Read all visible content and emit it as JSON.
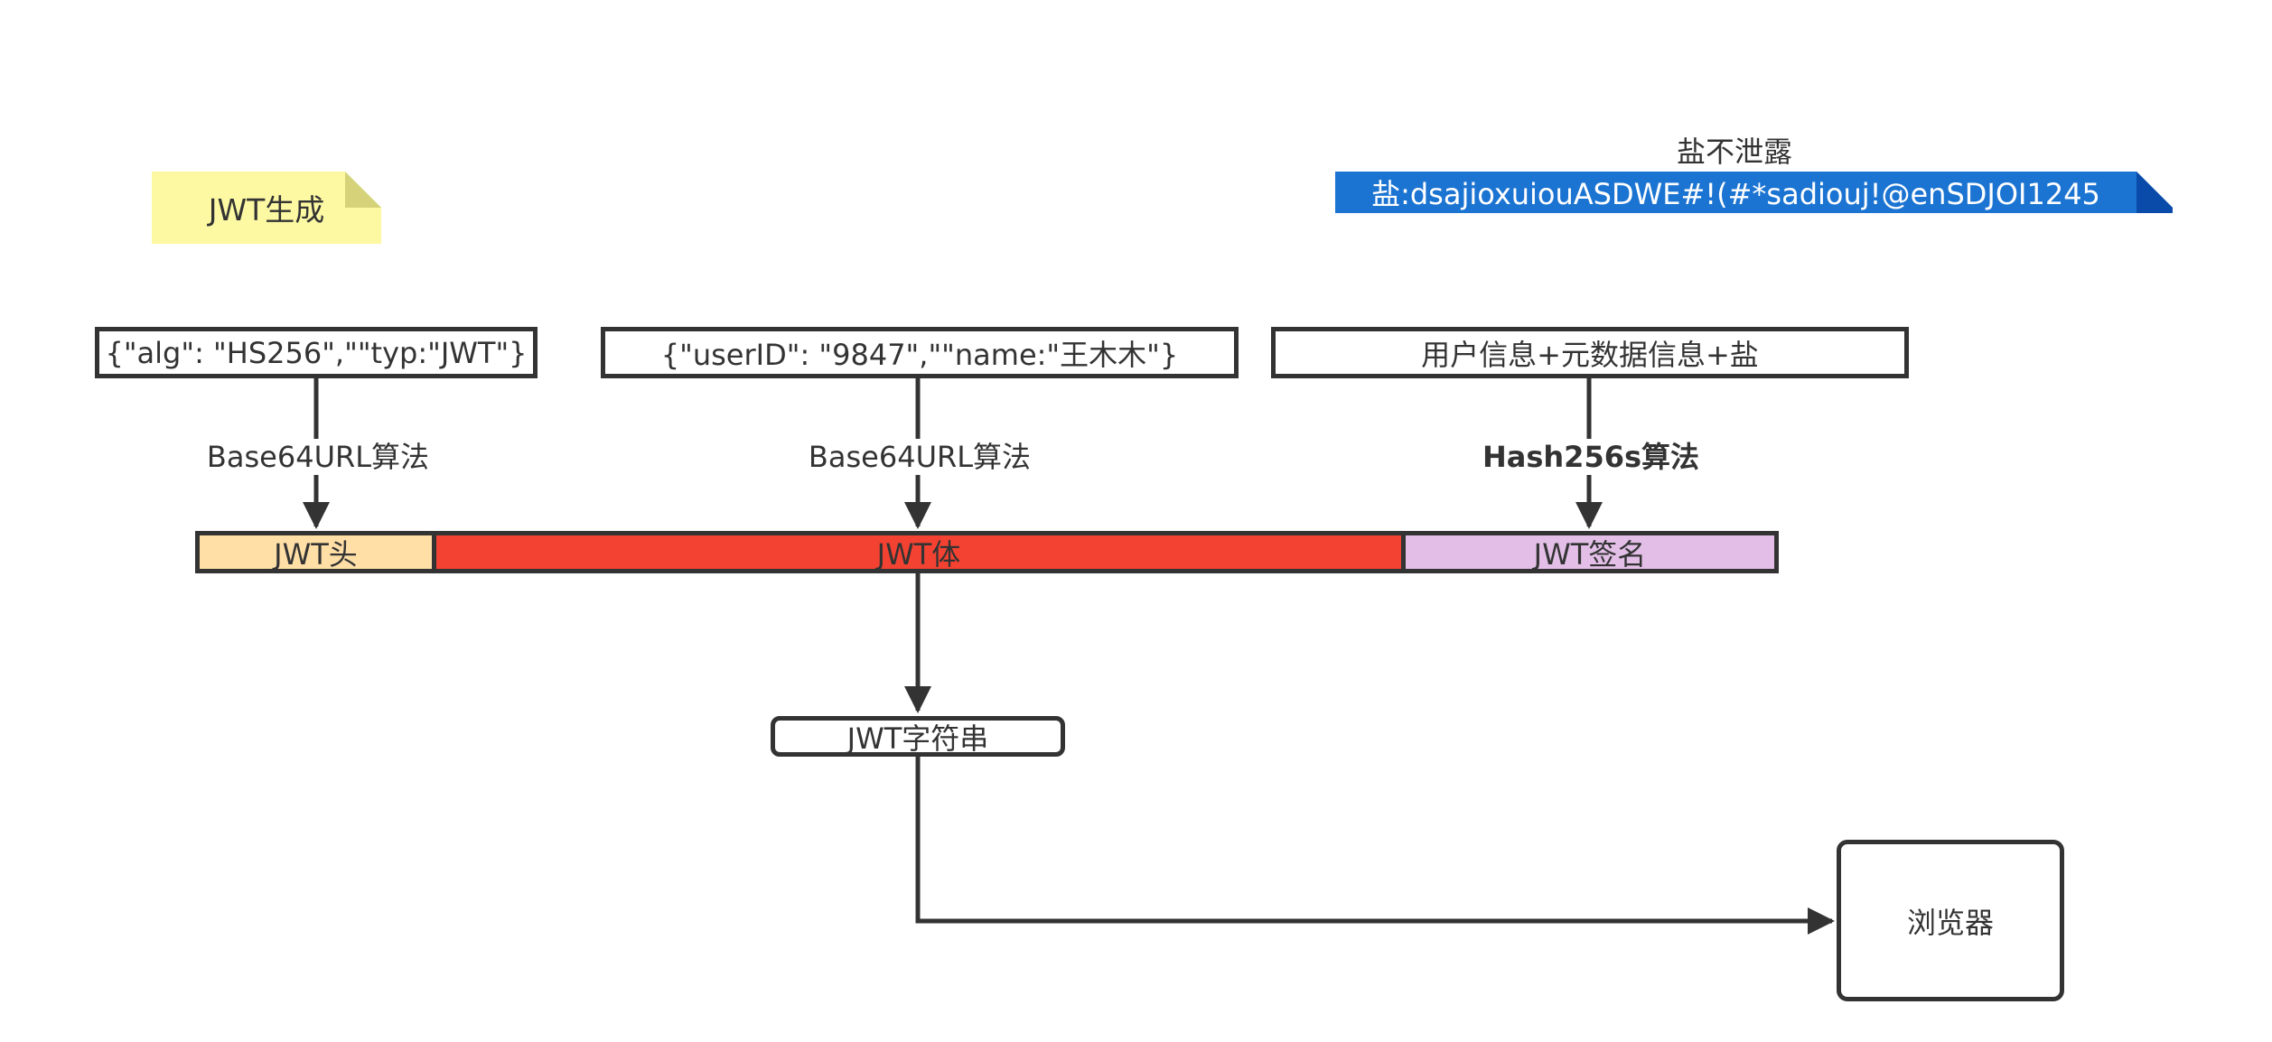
{
  "note": {
    "text": "JWT生成"
  },
  "salt": {
    "caption": "盐不泄露",
    "value": "盐:dsajioxuiouASDWE#!(#*sadiouj!@enSDJOI1245"
  },
  "sources": {
    "header": "{\"alg\": \"HS256\",\"\"typ:\"JWT\"}",
    "payload": "{\"userID\": \"9847\",\"\"name:\"王木木\"}",
    "signature": "用户信息+元数据信息+盐"
  },
  "algorithms": {
    "header": "Base64URL算法",
    "payload": "Base64URL算法",
    "signature": "Hash256s算法"
  },
  "segments": {
    "header": "JWT头",
    "payload": "JWT体",
    "signature": "JWT签名"
  },
  "jwt_string": "JWT字符串",
  "browser": "浏览器",
  "colors": {
    "note_fill": "#fdf9a3",
    "note_fold": "#d6d27a",
    "salt_fill": "#1c74d2",
    "salt_fold": "#0a4aa8",
    "header_fill": "#ffdfa6",
    "payload_fill": "#f34232",
    "signature_fill": "#e3bfe8",
    "stroke": "#333333"
  }
}
